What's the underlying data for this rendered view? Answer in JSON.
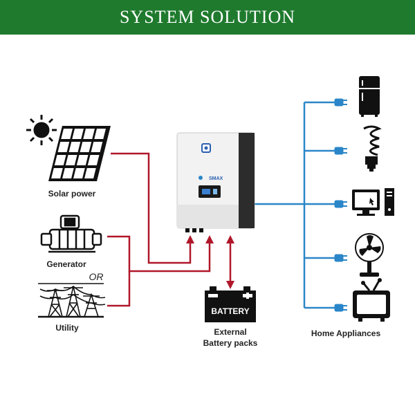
{
  "banner": {
    "title": "SYSTEM SOLUTION"
  },
  "labels": {
    "solar": "Solar power",
    "generator": "Generator",
    "or": "OR",
    "utility": "Utility",
    "battery_text": "BATTERY",
    "battery_line1": "External",
    "battery_line2": "Battery packs",
    "home": "Home Appliances",
    "brand": "SMAX"
  },
  "colors": {
    "banner": "#1f7a2e",
    "red_wire": "#b0172a",
    "blue_wire": "#2a86c8"
  },
  "icons": [
    "sun-icon",
    "solar-panel-icon",
    "generator-icon",
    "utility-tower-icon",
    "inverter-icon",
    "battery-icon",
    "fridge-icon",
    "bulb-icon",
    "computer-icon",
    "fan-icon",
    "tv-icon",
    "plug-icon"
  ]
}
